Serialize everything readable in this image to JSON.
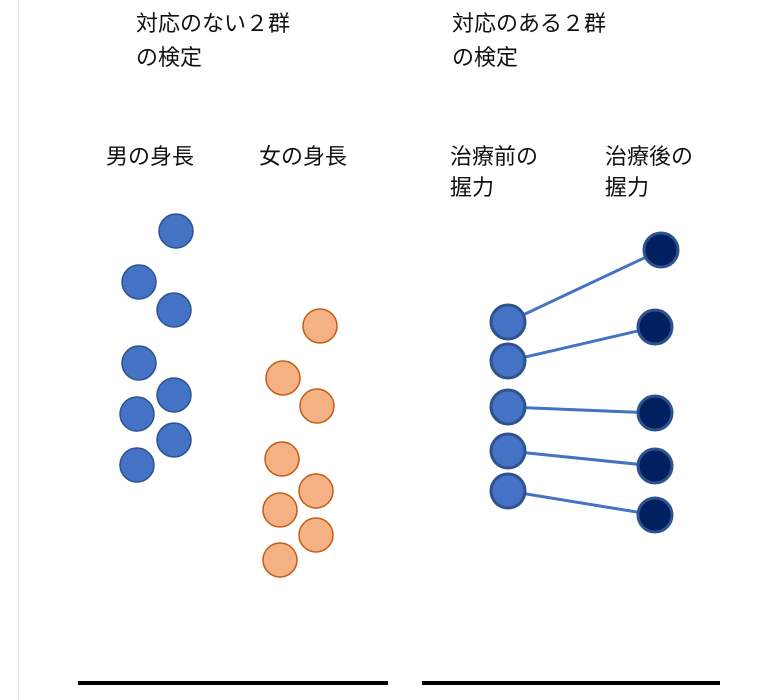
{
  "left_panel": {
    "title_line1": "対応のない２群",
    "title_line2": "の検定",
    "group_a_label": "男の身長",
    "group_b_label": "女の身長"
  },
  "right_panel": {
    "title_line1": "対応のある２群",
    "title_line2": "の検定",
    "before_label_line1": "治療前の",
    "before_label_line2": "握力",
    "after_label_line1": "治療後の",
    "after_label_line2": "握力"
  },
  "colors": {
    "group_a_fill": "#4472c4",
    "group_a_stroke": "#2f528f",
    "group_b_fill": "#f4b183",
    "group_b_stroke": "#c55a11",
    "before_fill": "#4472c4",
    "after_fill": "#002060",
    "link_line": "#4472c4",
    "node_stroke": "#2f528f",
    "baseline": "#000000"
  }
}
